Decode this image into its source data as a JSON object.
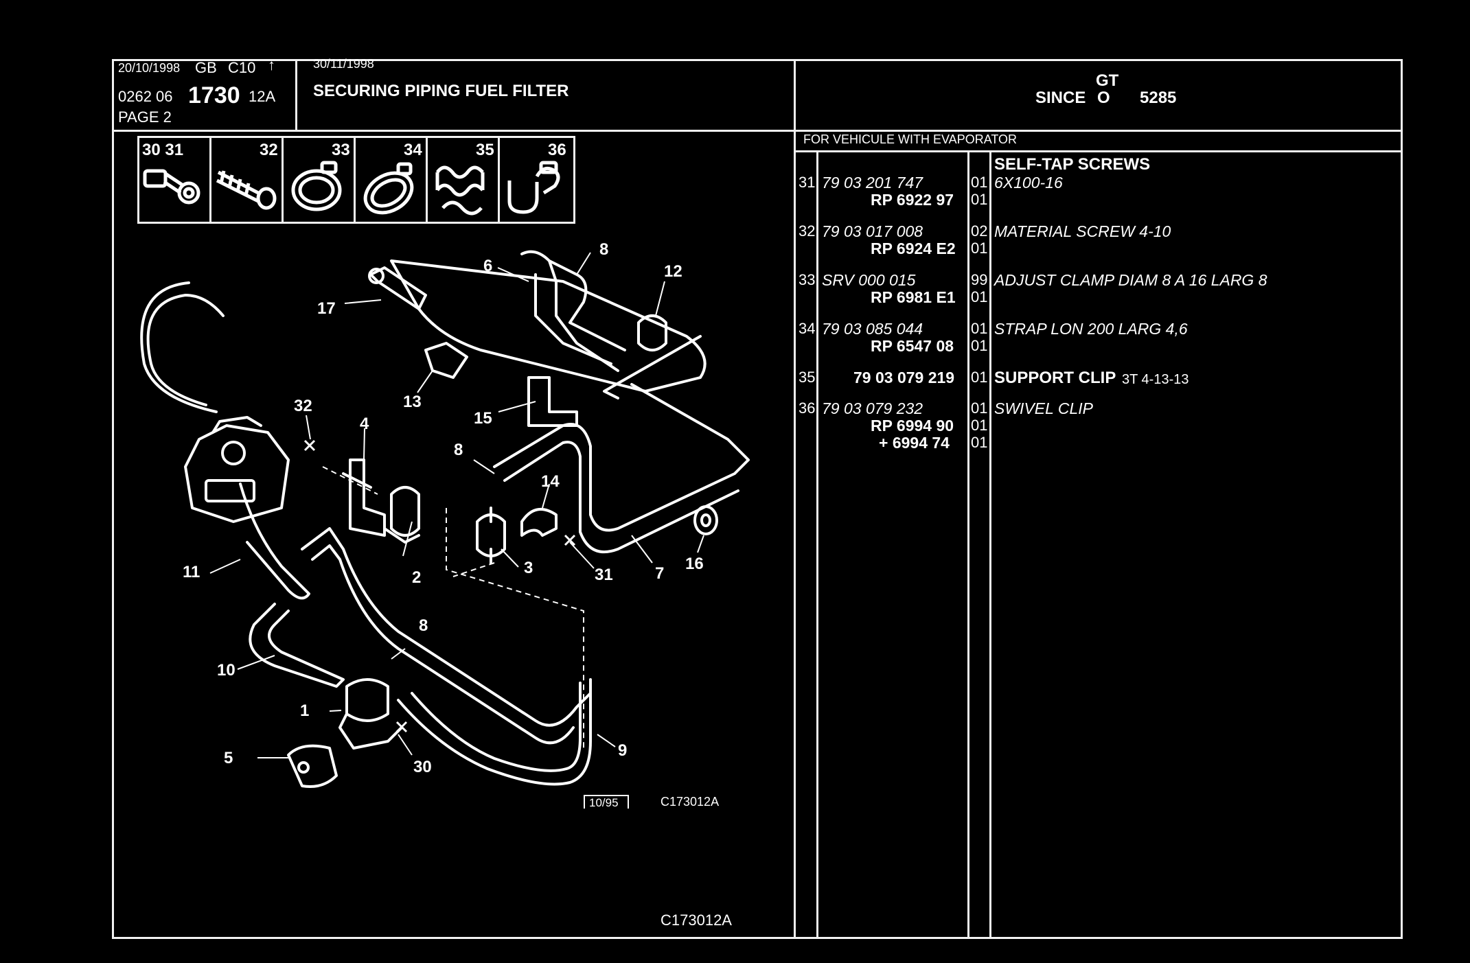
{
  "header": {
    "date1": "20/10/1998",
    "lang_code": "GB",
    "model_code": "C10",
    "arrow": "↑",
    "ref_prefix": "0262 06",
    "ref_number": "1730",
    "ref_suffix": "12A",
    "page": "PAGE 2",
    "date2": "30/11/1998",
    "title": "SECURING PIPING FUEL FILTER",
    "model": "GT",
    "since_label": "SINCE",
    "since_value": "O",
    "since_number": "5285"
  },
  "condition": "FOR VEHICULE WITH EVAPORATOR",
  "thumbnails": [
    {
      "numbers": "30    31",
      "icon": "bolt-icon"
    },
    {
      "numbers": "32",
      "icon": "screw-icon"
    },
    {
      "numbers": "33",
      "icon": "clamp-icon"
    },
    {
      "numbers": "34",
      "icon": "strap-icon"
    },
    {
      "numbers": "35",
      "icon": "support-clip-icon"
    },
    {
      "numbers": "36",
      "icon": "swivel-clip-icon"
    }
  ],
  "section_heading": "SELF-TAP SCREWS",
  "parts": [
    {
      "item": "31",
      "code": "79 03 201 747",
      "qty": "01",
      "desc": "6X100-16",
      "sub": [
        {
          "ref": "RP  6922 97",
          "qty": "01"
        }
      ]
    },
    {
      "item": "32",
      "code": "79 03 017 008",
      "qty": "02",
      "desc": "MATERIAL SCREW 4-10",
      "sub": [
        {
          "ref": "RP  6924 E2",
          "qty": "01"
        }
      ]
    },
    {
      "item": "33",
      "code": "SRV 000 015",
      "qty": "99",
      "desc": "ADJUST CLAMP DIAM 8 A 16 LARG 8",
      "sub": [
        {
          "ref": "RP  6981 E1",
          "qty": "01"
        }
      ]
    },
    {
      "item": "34",
      "code": "79 03 085 044",
      "qty": "01",
      "desc": "STRAP LON 200 LARG 4,6",
      "sub": [
        {
          "ref": "RP  6547 08",
          "qty": "01"
        }
      ]
    },
    {
      "item": "35",
      "code": "79 03 079 219",
      "qty": "01",
      "desc": "SUPPORT CLIP",
      "desc_extra": "3T 4-13-13",
      "sub": []
    },
    {
      "item": "36",
      "code": "79 03 079 232",
      "qty": "01",
      "desc": "SWIVEL CLIP",
      "sub": [
        {
          "ref": "RP  6994 90",
          "qty": "01"
        },
        {
          "ref": "+   6994 74",
          "qty": "01"
        }
      ]
    }
  ],
  "diagram": {
    "callouts": [
      "1",
      "2",
      "3",
      "4",
      "5",
      "6",
      "7",
      "8",
      "8",
      "8",
      "9",
      "10",
      "11",
      "12",
      "13",
      "14",
      "15",
      "16",
      "17",
      "30",
      "31",
      "32"
    ],
    "stamp": "10/95",
    "figure_code": "C173012A",
    "footer_code": "C173012A"
  }
}
